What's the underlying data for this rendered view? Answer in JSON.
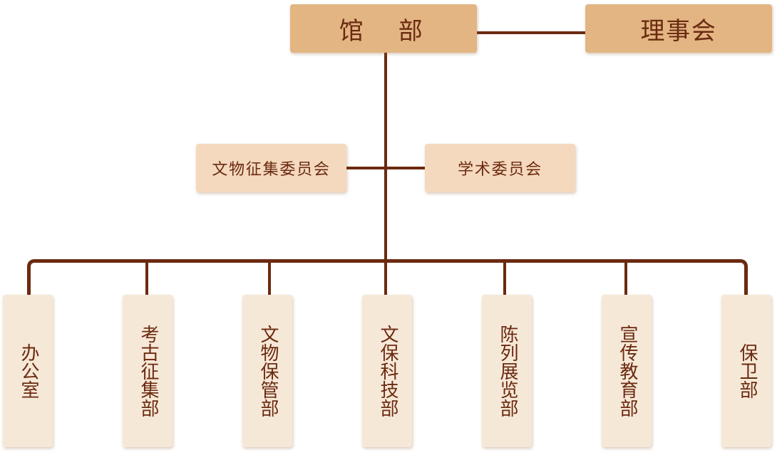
{
  "top": {
    "guanbu": "馆　部",
    "lishihui": "理事会"
  },
  "committees": {
    "wenwu_zhengji": "文物征集委员会",
    "xueshu": "学术委员会"
  },
  "departments": [
    "办公室",
    "考古征集部",
    "文物保管部",
    "文保科技部",
    "陈列展览部",
    "宣传教育部",
    "保卫部"
  ]
}
